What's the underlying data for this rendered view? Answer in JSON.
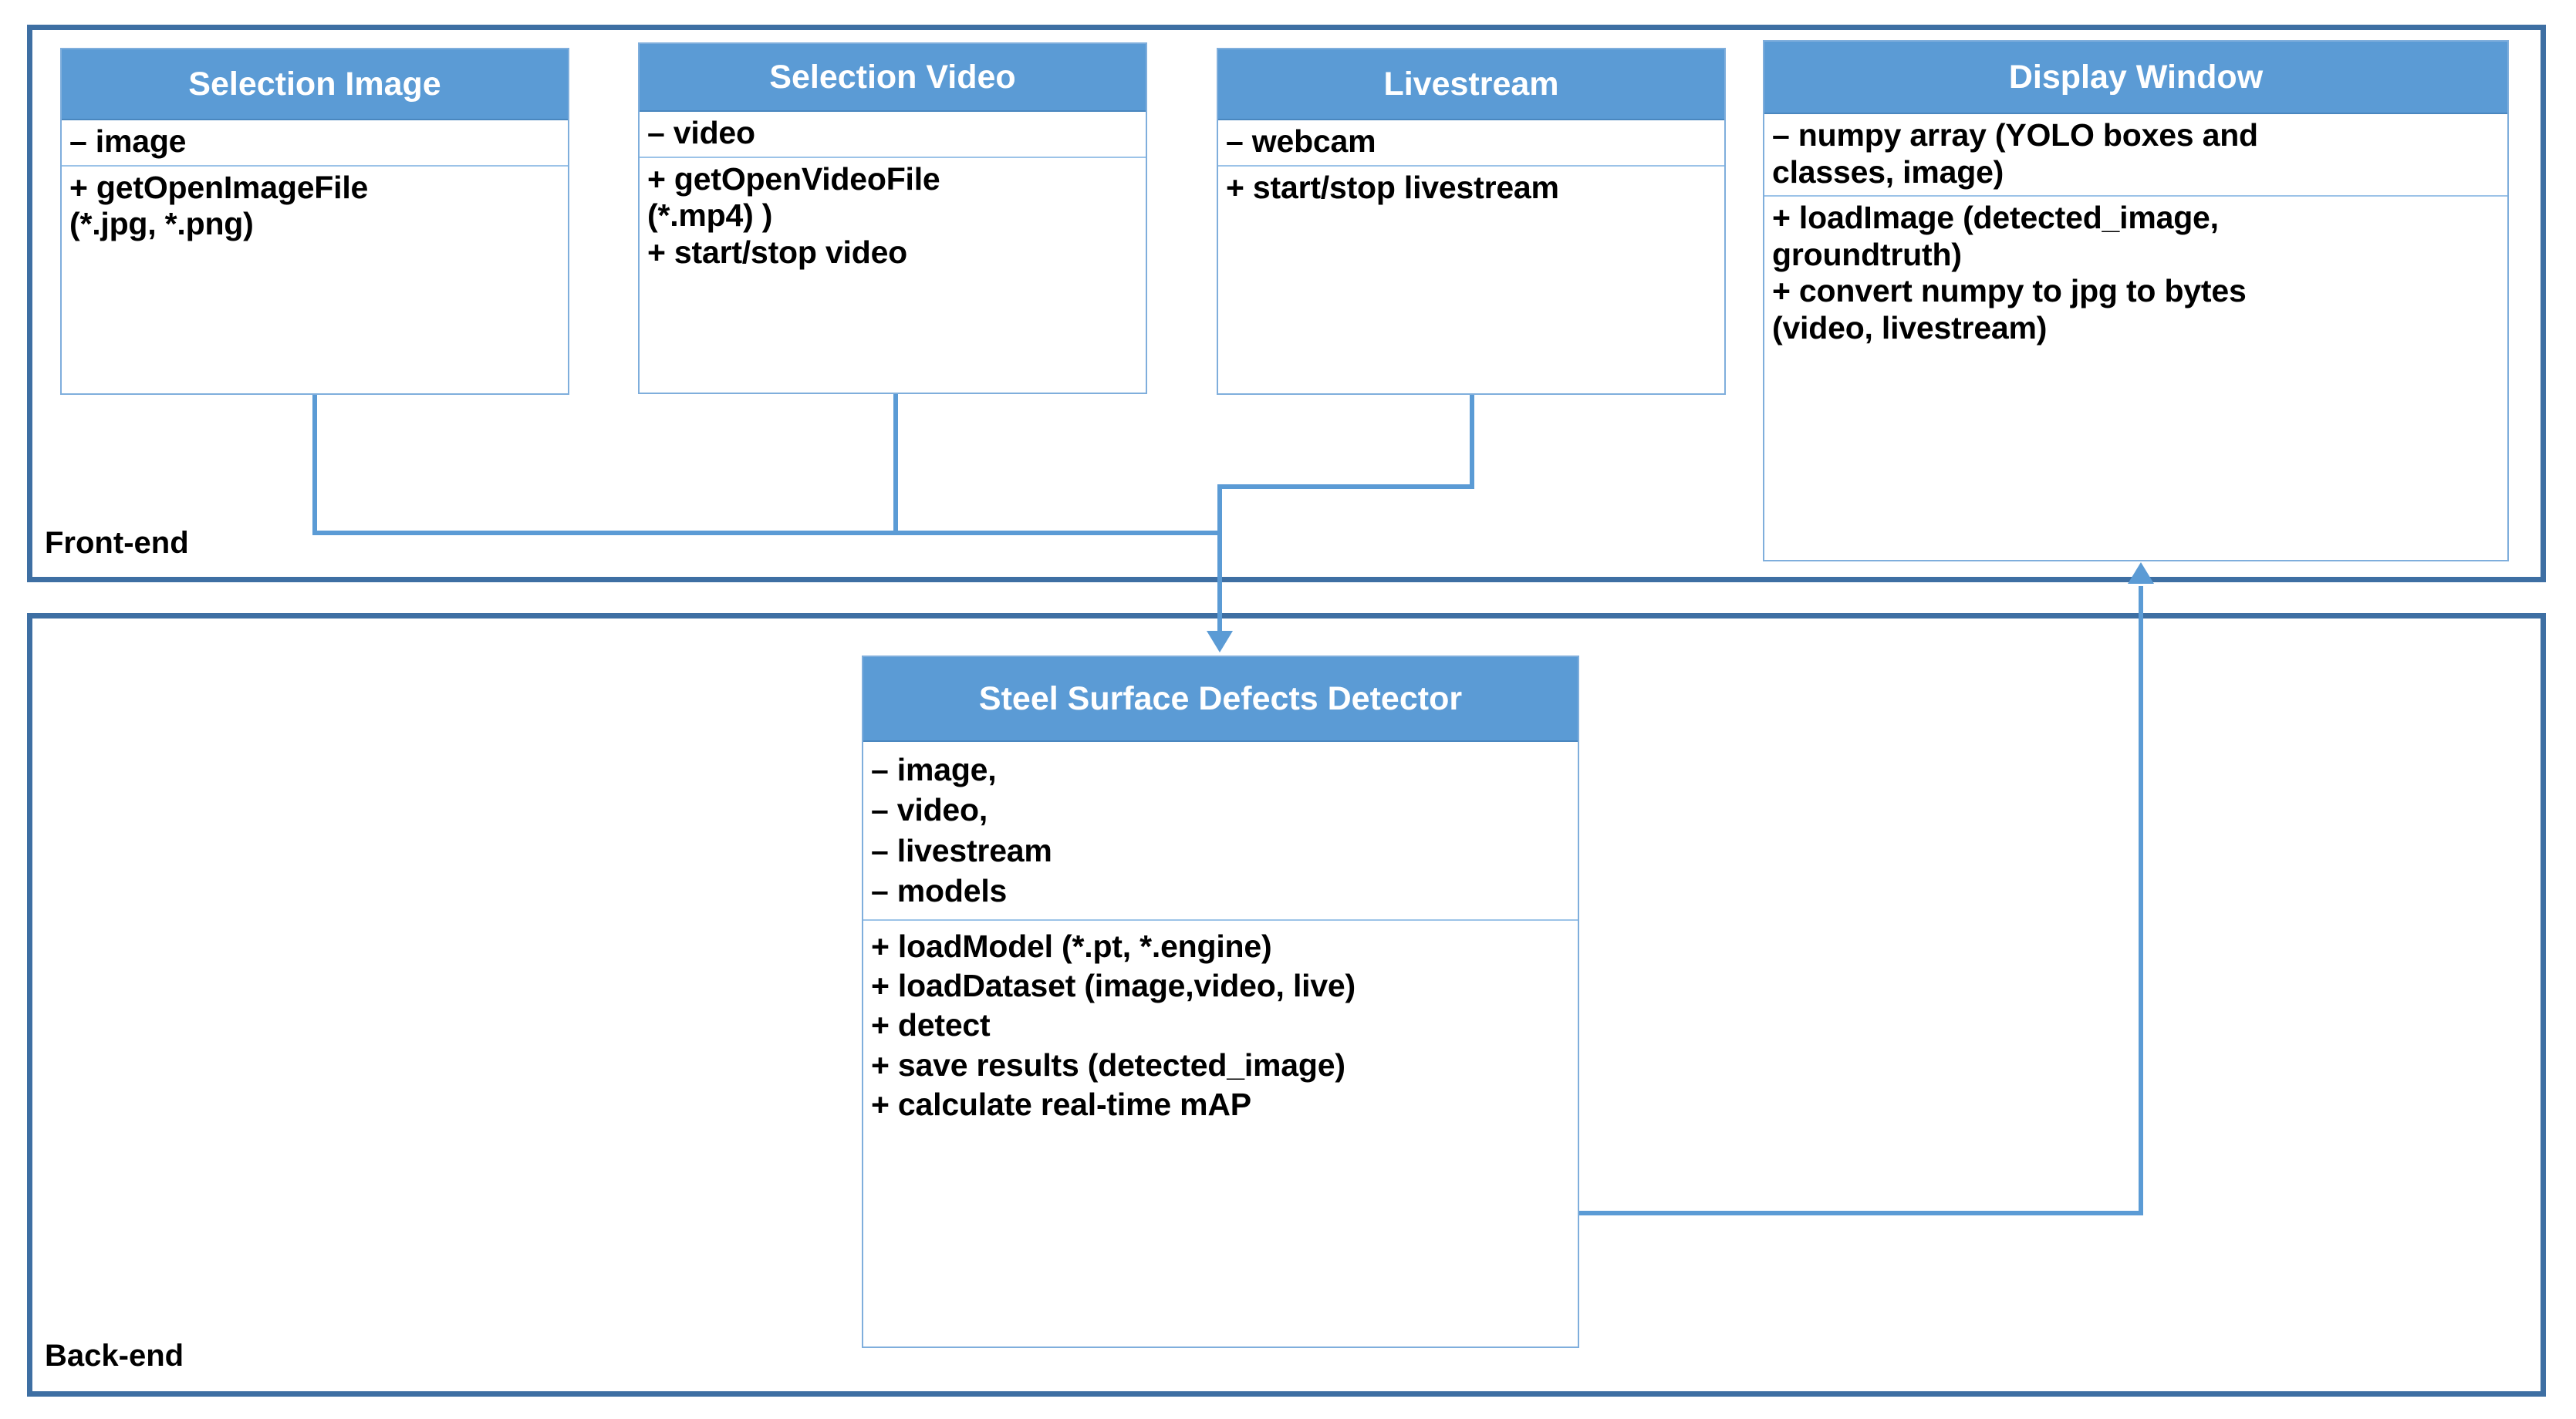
{
  "diagram": {
    "title": "Steel Surface Defects Detector system architecture",
    "accent_header": "#5B9BD5",
    "accent_border": "#3E6FA3",
    "connector_color": "#5B9BD5"
  },
  "panels": {
    "frontend": {
      "label": "Front-end"
    },
    "backend": {
      "label": "Back-end"
    }
  },
  "classes": {
    "selection_image": {
      "title": "Selection Image",
      "attributes": [
        "– image"
      ],
      "methods": [
        "+ getOpenImageFile",
        "(*.jpg, *.png)"
      ]
    },
    "selection_video": {
      "title": "Selection Video",
      "attributes": [
        "– video"
      ],
      "methods": [
        "+ getOpenVideoFile",
        "(*.mp4) )",
        "+ start/stop video"
      ]
    },
    "livestream": {
      "title": "Livestream",
      "attributes": [
        "– webcam"
      ],
      "methods": [
        "+ start/stop livestream"
      ]
    },
    "display_window": {
      "title": "Display Window",
      "attributes": [
        "– numpy array (YOLO boxes and",
        "classes, image)"
      ],
      "methods": [
        "+ loadImage (detected_image,",
        "groundtruth)",
        "+ convert numpy to jpg to bytes",
        "(video, livestream)"
      ]
    },
    "detector": {
      "title": "Steel Surface Defects Detector",
      "attributes": [
        "– image,",
        "– video,",
        "– livestream",
        "– models"
      ],
      "methods": [
        "+ loadModel (*.pt, *.engine)",
        "+ loadDataset (image,video, live)",
        "+ detect",
        "+ save results (detected_image)",
        "+ calculate real-time mAP"
      ]
    }
  }
}
